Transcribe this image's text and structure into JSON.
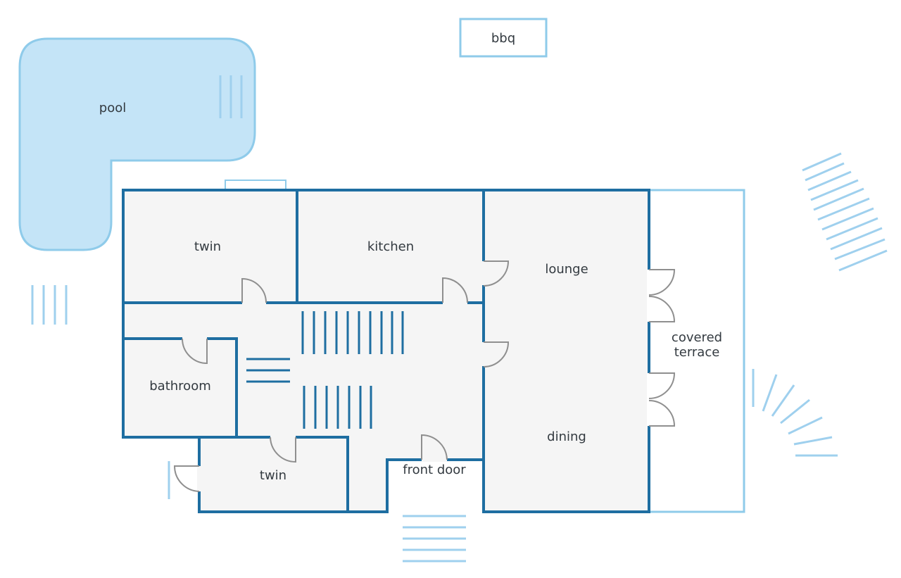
{
  "plan": {
    "labels": {
      "pool": "pool",
      "bbq": "bbq",
      "twin_top": "twin",
      "kitchen": "kitchen",
      "lounge": "lounge",
      "covered_terrace_line1": "covered",
      "covered_terrace_line2": "terrace",
      "bathroom": "bathroom",
      "twin_bottom": "twin",
      "front_door": "front door",
      "dining": "dining"
    },
    "colors": {
      "wall": "#1e6ea1",
      "pool_fill": "#c4e4f7",
      "pool_edge": "#8fcbea",
      "floor": "#f5f5f5",
      "door": "#8f8f8f"
    }
  }
}
